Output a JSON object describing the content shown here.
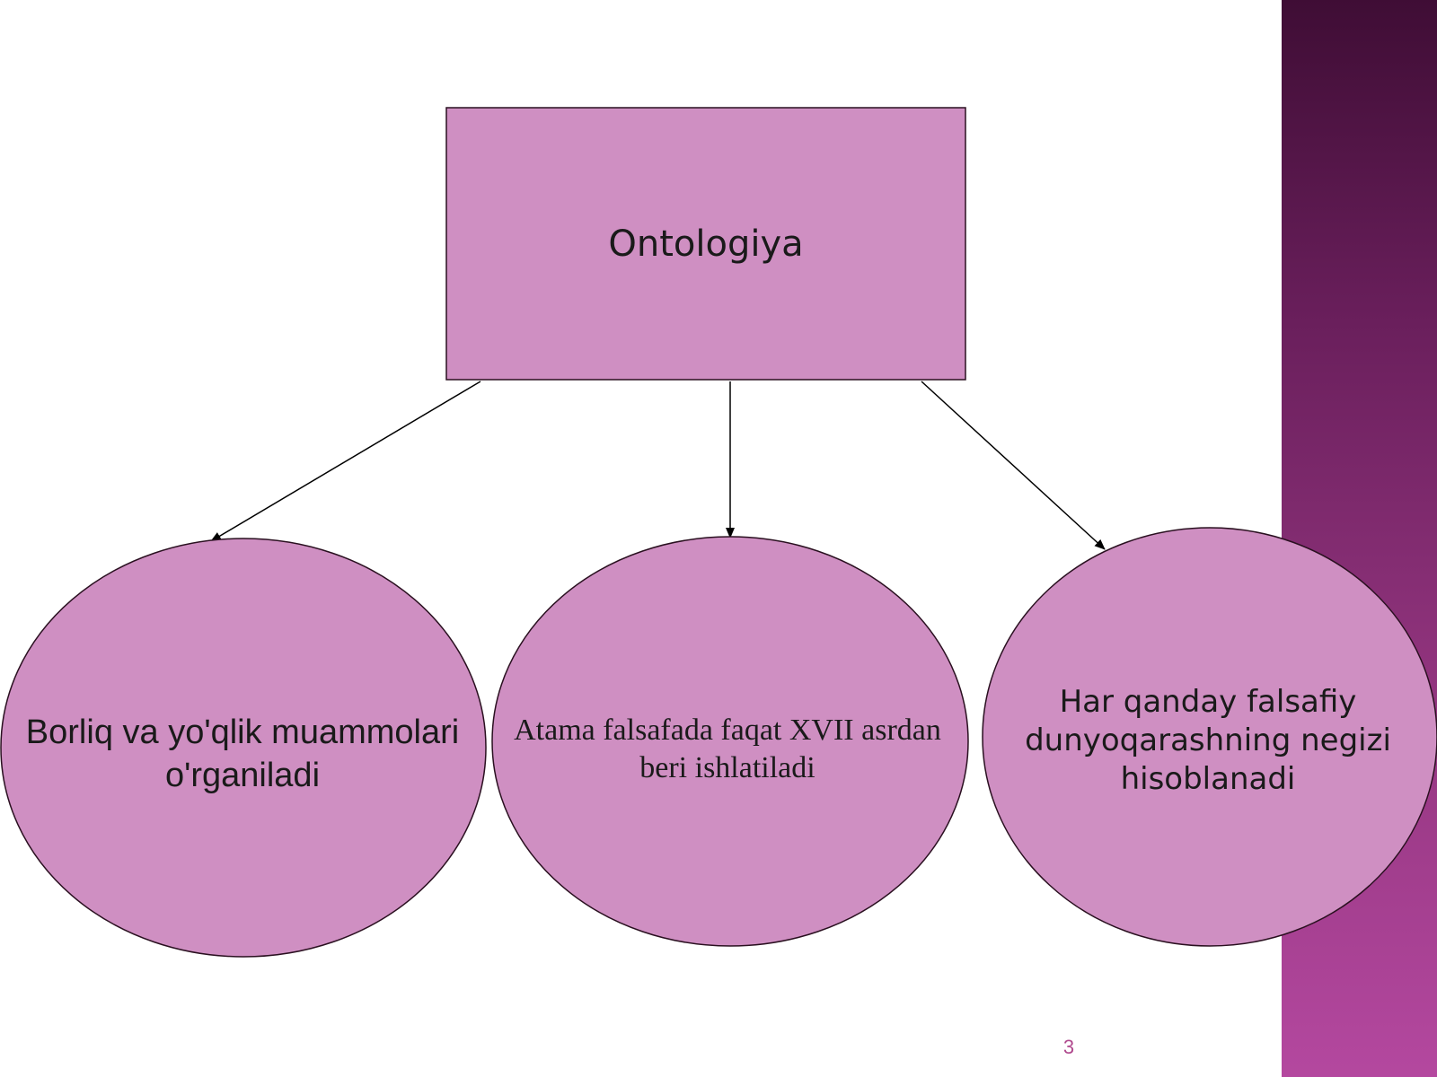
{
  "colors": {
    "node_fill": "#cf8fc2",
    "node_stroke": "#2a1020",
    "band_top": "#3f0d35",
    "band_bottom": "#b4489f",
    "page_number": "#b04a8e"
  },
  "diagram": {
    "root": {
      "label": "Ontologiya"
    },
    "children": [
      {
        "label": "Borliq va yo'qlik muammolari o'rganiladi"
      },
      {
        "label": "Atama falsafada faqat XVII asrdan beri ishlatiladi"
      },
      {
        "label": "Har qanday falsafiy dunyoqarashning negizi hisoblanadi"
      }
    ]
  },
  "footer": {
    "page_number": "3"
  }
}
